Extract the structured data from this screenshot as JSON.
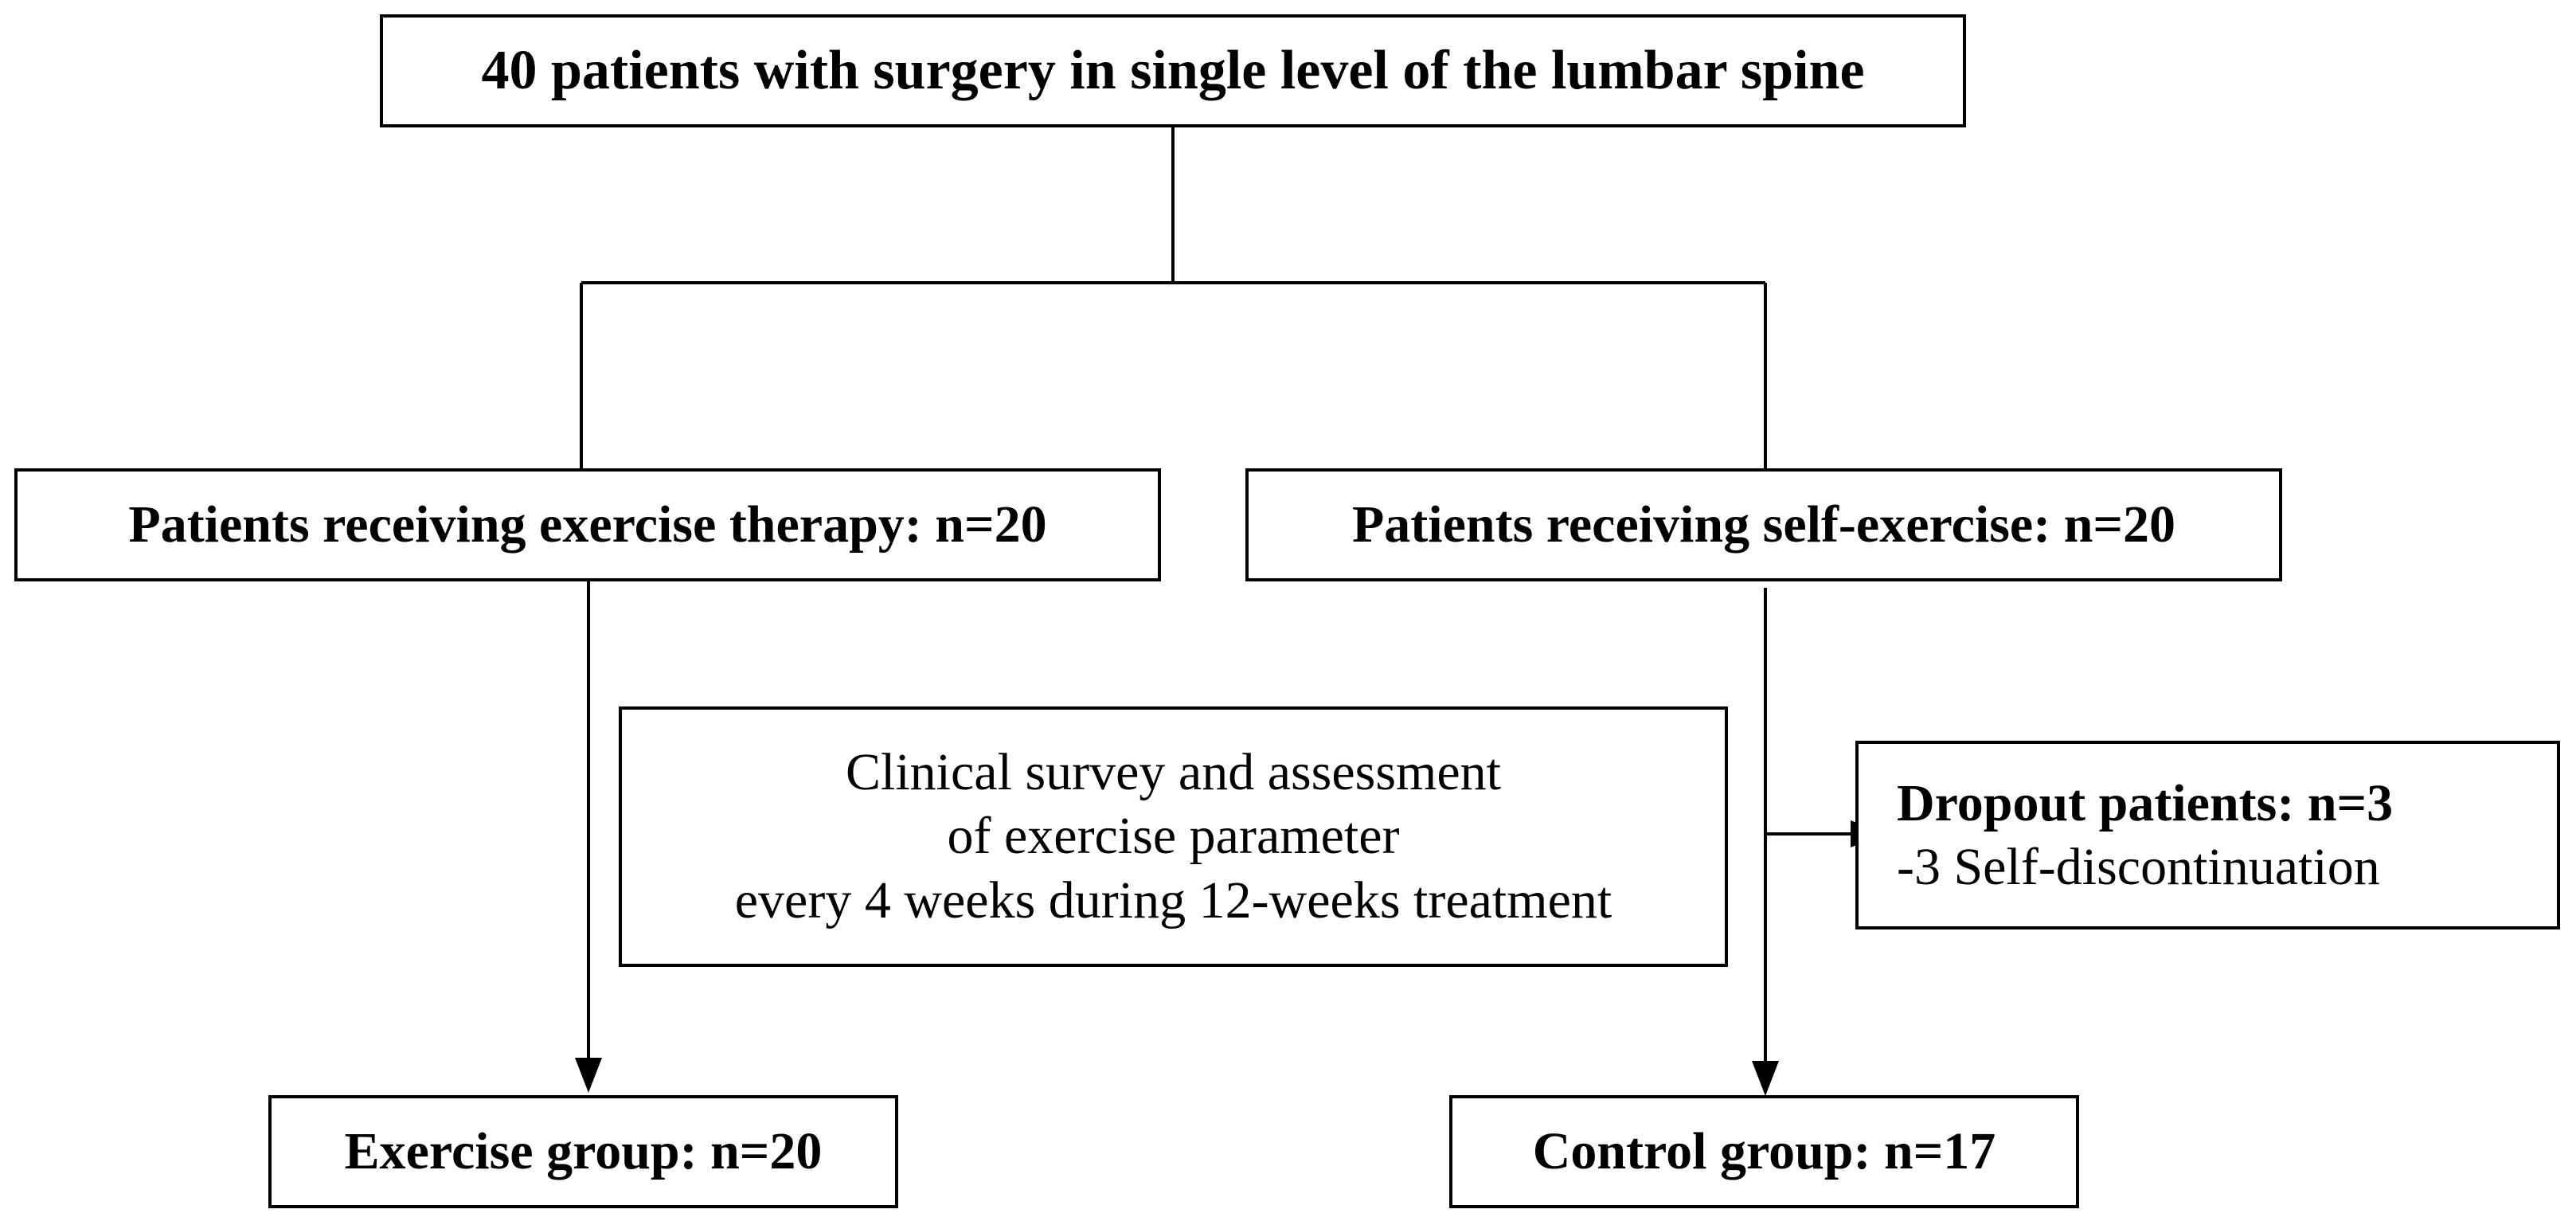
{
  "flowchart": {
    "top": {
      "label": "40 patients with surgery in single level of the lumbar spine"
    },
    "left_branch": {
      "label": "Patients receiving exercise therapy: n=20"
    },
    "right_branch": {
      "label": "Patients receiving self-exercise: n=20"
    },
    "assessment": {
      "lines": [
        "Clinical survey and assessment",
        "of exercise parameter",
        "every 4 weeks during 12-weeks treatment"
      ]
    },
    "dropout": {
      "title": "Dropout patients: n=3",
      "detail": "-3 Self-discontinuation"
    },
    "exercise_group": {
      "label": "Exercise group: n=20"
    },
    "control_group": {
      "label": "Control group: n=17"
    }
  }
}
